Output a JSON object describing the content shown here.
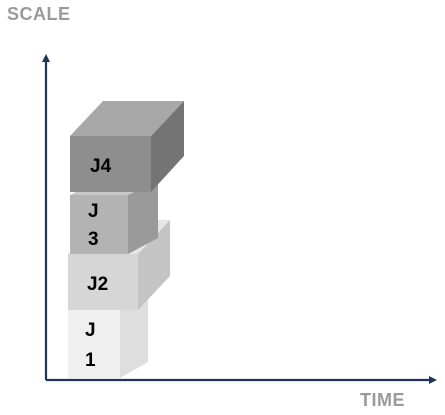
{
  "axes": {
    "y_label": "SCALE",
    "x_label": "TIME"
  },
  "jobs": [
    {
      "id": "j4",
      "lines": [
        "J4"
      ],
      "front": "#8e8e8e",
      "top": "#a8a8a8",
      "side": "#747474"
    },
    {
      "id": "j3",
      "lines": [
        "J",
        "3"
      ],
      "front": "#b3b3b3",
      "top": "#c8c8c8",
      "side": "#9a9a9a"
    },
    {
      "id": "j2",
      "lines": [
        "J2"
      ],
      "front": "#d6d6d6",
      "top": "#e6e6e6",
      "side": "#c4c4c4"
    },
    {
      "id": "j1",
      "lines": [
        "J",
        "1"
      ],
      "front": "#efefef",
      "top": "#f7f7f7",
      "side": "#dedede"
    }
  ],
  "colors": {
    "axis": "#1f3554",
    "label": "#9a9a9a"
  }
}
